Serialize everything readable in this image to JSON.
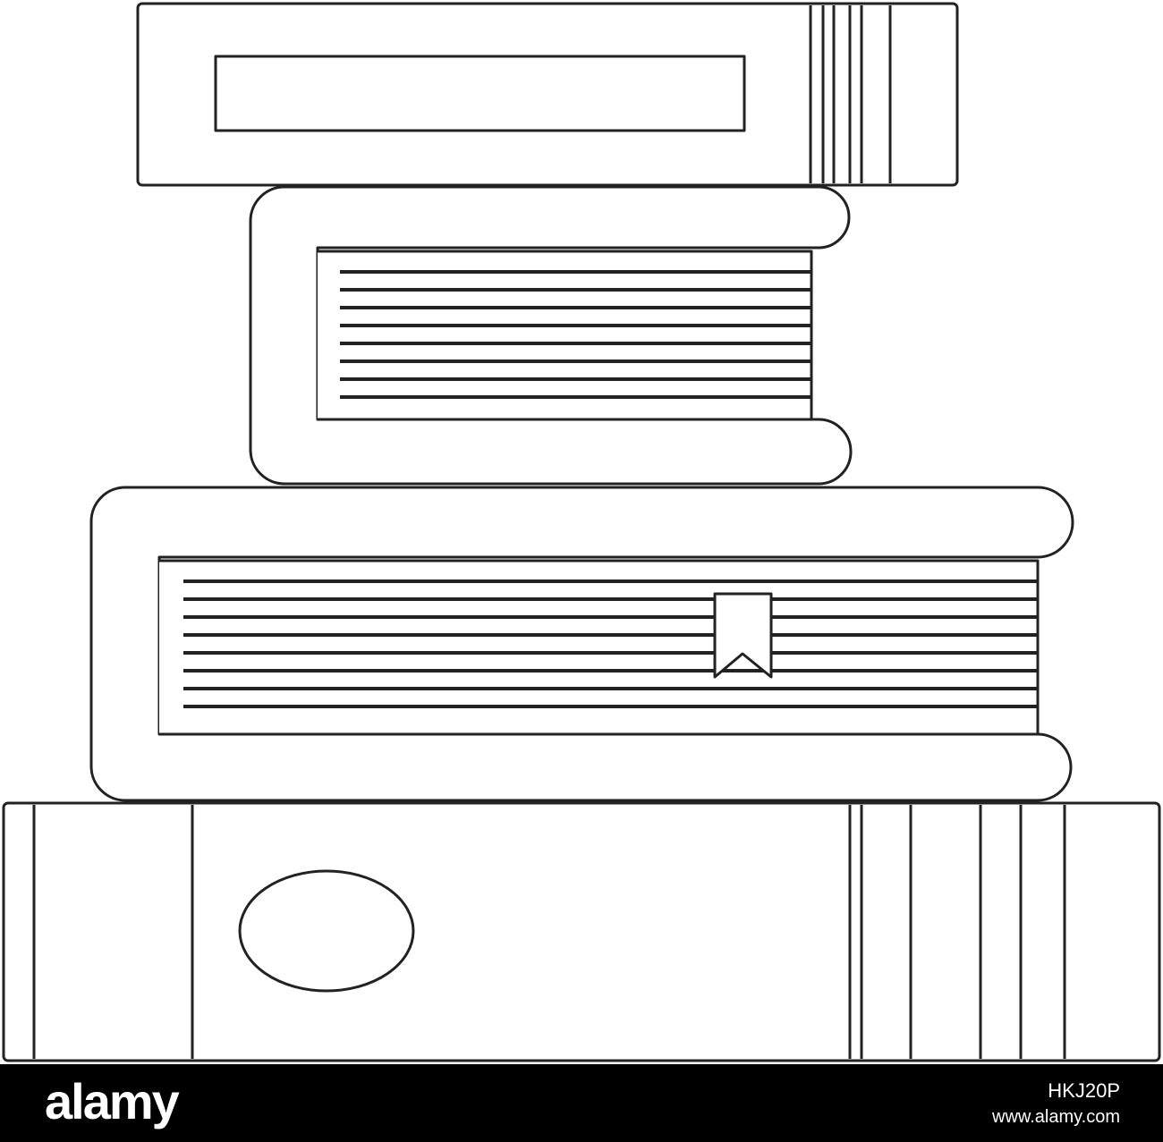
{
  "illustration": {
    "subject": "stack-of-books-icon",
    "stroke_color": "#222222",
    "fill_color": "#ffffff"
  },
  "watermark": {
    "logo_text": "alamy",
    "image_id": "HKJ20P",
    "site": "www.alamy.com",
    "background": "#000000",
    "text_color": "#ffffff"
  }
}
